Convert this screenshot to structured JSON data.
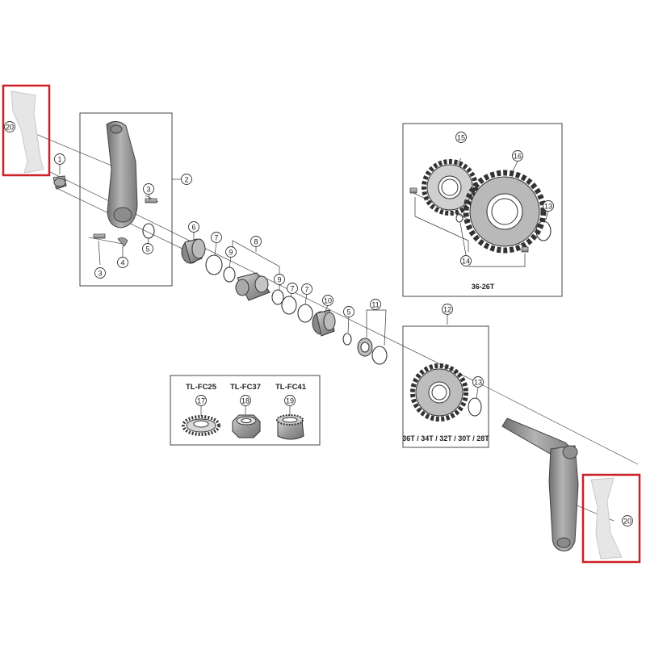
{
  "callouts": {
    "c1": "1",
    "c2": "2",
    "c3a": "3",
    "c3b": "3",
    "c4": "4",
    "c5a": "5",
    "c5b": "5",
    "c6": "6",
    "c7a": "7",
    "c7b": "7",
    "c7c": "7",
    "c8": "8",
    "c9a": "9",
    "c9b": "9",
    "c10": "10",
    "c11": "11",
    "c12": "12",
    "c13a": "13",
    "c13b": "13",
    "c14": "14",
    "c15": "15",
    "c16": "16",
    "c17": "17",
    "c18": "18",
    "c19": "19",
    "c20a": "20",
    "c20b": "20"
  },
  "captions": {
    "upper_chainring": "36-26T",
    "lower_chainring": "36T / 34T / 32T / 30T / 28T"
  },
  "tools": [
    "TL-FC25",
    "TL-FC37",
    "TL-FC41"
  ],
  "highlight_color": "#cc2027"
}
